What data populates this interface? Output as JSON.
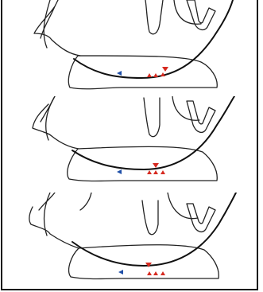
{
  "figure": {
    "panel_count": 3,
    "colors": {
      "outline": "#222222",
      "marker_red": "#d62a20",
      "marker_blue": "#1f4fa8",
      "background": "#ffffff"
    },
    "panels": [
      {
        "state": "open",
        "red_markers_up": 3,
        "red_markers_down": 1,
        "blue_markers": 1,
        "jaw_shift": 0
      },
      {
        "state": "intermediate",
        "red_markers_up": 3,
        "red_markers_down": 1,
        "blue_markers": 1,
        "jaw_shift": 1
      },
      {
        "state": "closed",
        "red_markers_up": 3,
        "red_markers_down": 1,
        "blue_markers": 1,
        "jaw_shift": 2
      }
    ]
  }
}
